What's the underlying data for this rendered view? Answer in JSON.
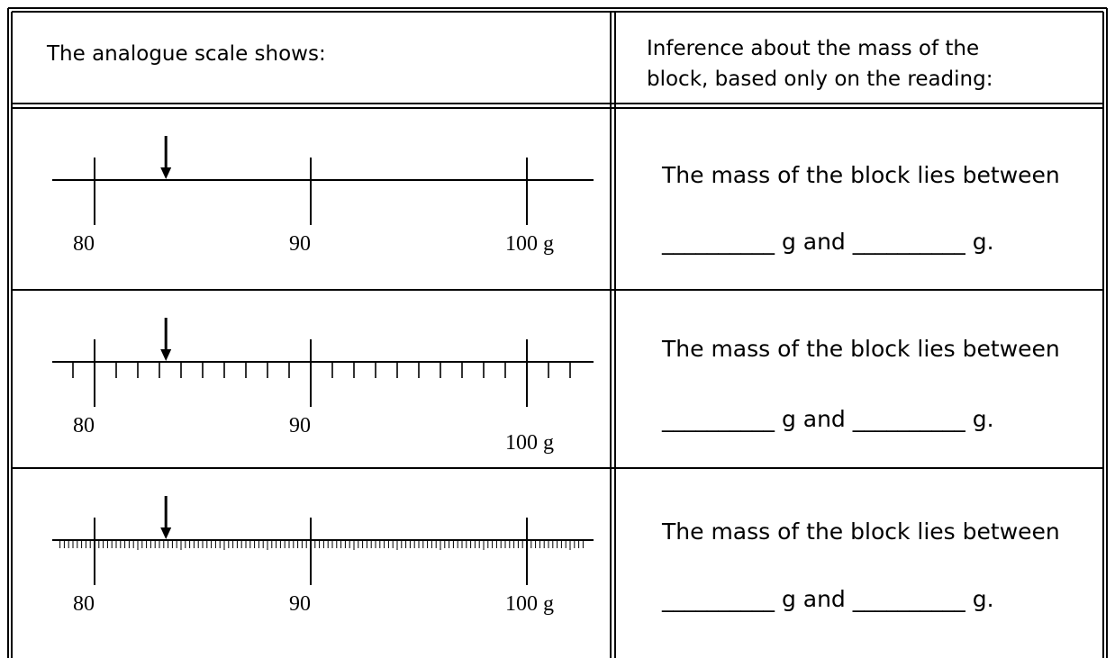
{
  "header": {
    "left": "The analogue scale shows:",
    "right_line1": "Inference about the mass of the",
    "right_line2": "block,  based only on the reading:"
  },
  "scale": {
    "labels": [
      "80",
      "90",
      "100  g"
    ],
    "pointer_value": 83.3,
    "range": [
      78,
      103
    ]
  },
  "rows": [
    {
      "statement": "The mass of the block lies between",
      "blank1": "__________",
      "and_text": " g and ",
      "blank2": "__________",
      "end_text": " g.",
      "minor_ticks_per_10g": 0
    },
    {
      "statement": "The mass of the block lies between",
      "blank1": "__________",
      "and_text": " g and ",
      "blank2": "__________",
      "end_text": " g.",
      "minor_ticks_per_10g": 10
    },
    {
      "statement": "The mass of the block lies between",
      "blank1": "__________",
      "and_text": " g and ",
      "blank2": "__________",
      "end_text": " g.",
      "minor_ticks_per_10g": 50
    }
  ]
}
